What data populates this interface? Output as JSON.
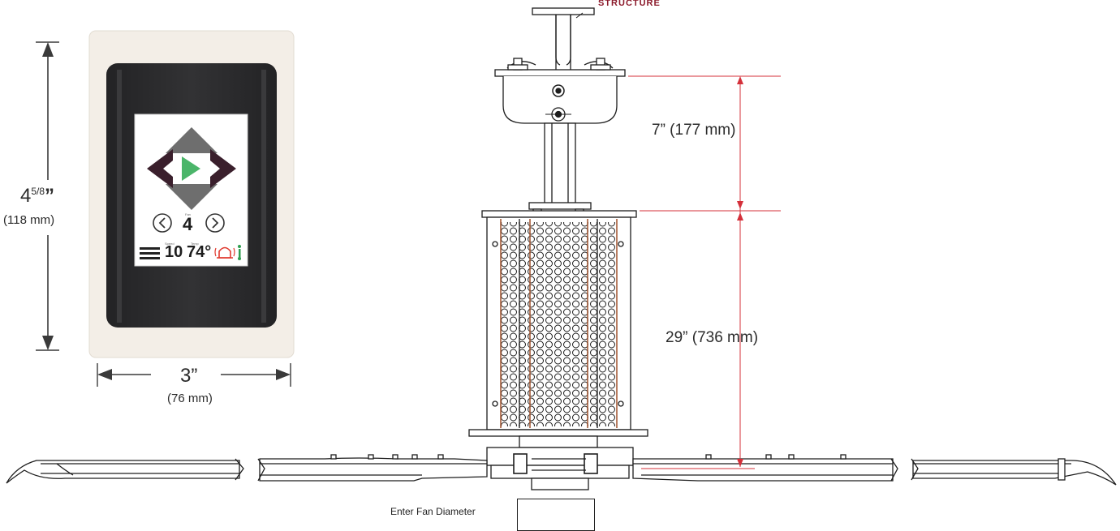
{
  "structure_label": "STRUCTURE",
  "controller": {
    "height_main": "4",
    "height_frac": "5/8",
    "height_marks": "”",
    "height_mm": "(118 mm)",
    "width_main": "3”",
    "width_mm": "(76 mm)",
    "screen": {
      "fan_label": "Fan",
      "fan_value": "4",
      "speed_label": "Speed",
      "speed_value": "10",
      "temp_label": "Temp",
      "temp_value": "74°"
    }
  },
  "fan": {
    "mount_dim": "7” (177 mm)",
    "body_dim": "29” (736 mm)"
  },
  "diameter": {
    "label": "Enter Fan Diameter",
    "value": ""
  },
  "colors": {
    "dim_line": "#d4303a",
    "structure_text": "#8b1a2b",
    "panel": "#f2ede6",
    "bezel": "#2b2b2d",
    "play": "#4bb56a",
    "alarm": "#e03a2f",
    "status": "#2f9e4f"
  }
}
